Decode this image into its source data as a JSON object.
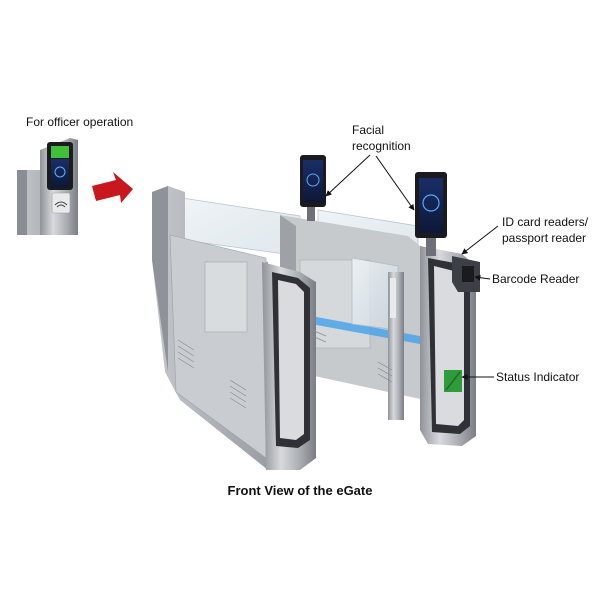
{
  "labels": {
    "officer": "For officer operation",
    "facial_line1": "Facial",
    "facial_line2": "recognition",
    "id_line1": "ID card readers/",
    "id_line2": "passport reader",
    "barcode": "Barcode Reader",
    "status": "Status Indicator"
  },
  "caption": "Front View of the eGate",
  "colors": {
    "arrow": "#c8181e",
    "steel": "#b9bcc1",
    "steel_dark": "#6d7177",
    "panel_dark": "#2f3136",
    "glass": "#dfe8ee",
    "blue_strip": "#4aa3e8",
    "screen_green": "#3fbf3a",
    "status_green": "#2e9c3a"
  }
}
